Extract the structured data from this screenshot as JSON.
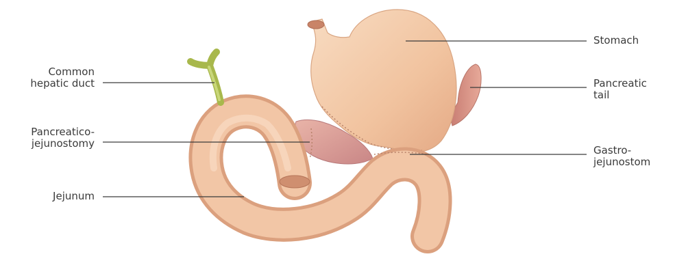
{
  "diagram": {
    "labels": {
      "common_hepatic_duct": [
        "Common",
        "hepatic duct"
      ],
      "pancreatico_jejunostomy": [
        "Pancreatico-",
        "jejunostomy"
      ],
      "jejunum": [
        "Jejunum"
      ],
      "stomach": [
        "Stomach"
      ],
      "pancreatic_tail": [
        "Pancreatic",
        "tail"
      ],
      "gastro_jejunostom": [
        "Gastro-",
        "jejunostom"
      ]
    },
    "colors": {
      "organ_fill": "#f4c7a4",
      "organ_shade": "#e2a684",
      "stomach_fill": "#f5cfb0",
      "pancreas_fill": "#d99a9a",
      "bile_duct": "#a6b84a",
      "leader_line": "#3a3a3a"
    }
  }
}
